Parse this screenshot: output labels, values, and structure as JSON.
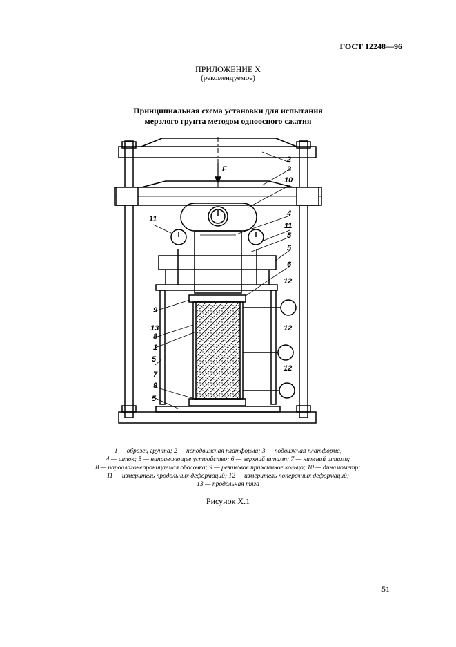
{
  "header": {
    "standard": "ГОСТ 12248—96"
  },
  "appendix": {
    "title": "ПРИЛОЖЕНИЕ Х",
    "subtitle": "(рекомендуемое)"
  },
  "figure_title": {
    "line1": "Принципиальная схема установки для испытания",
    "line2": "мерзлого грунта методом одноосного сжатия"
  },
  "diagram": {
    "labels": {
      "force": "F",
      "n2": "2",
      "n3": "3",
      "n10": "10",
      "n4": "4",
      "n11a": "11",
      "n11b": "11",
      "n5a": "5",
      "n5b": "5",
      "n6": "6",
      "n12a": "12",
      "n12b": "12",
      "n12c": "12",
      "n9a": "9",
      "n13": "13",
      "n8": "8",
      "n1": "1",
      "n5c": "5",
      "n7": "7",
      "n9b": "9",
      "n5d": "5"
    }
  },
  "legend": {
    "line1": "1 — образец грунта; 2 — неподвижная платформа; 3 — подвижная платформа,",
    "line2": "4 — шток; 5 — направляющее устройство; 6 — верхний штамп; 7 — нижний штамп;",
    "line3": "8 — пароалагонепроницаемая оболочка; 9 — резиновое прижимное кольцо; 10 — динамометр;",
    "line4": "11 — измеритель продольных деформаций; 12 — измеритель поперечных деформаций;",
    "line5": "13 — продольная тяга"
  },
  "caption": "Рисунок Х.1",
  "page_number": "51"
}
